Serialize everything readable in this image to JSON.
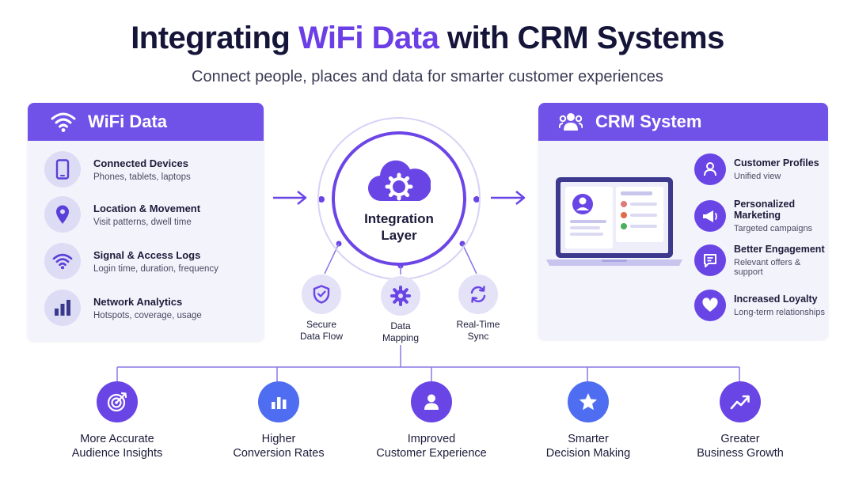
{
  "header": {
    "title_part1": "Integrating ",
    "title_accent": "WiFi Data",
    "title_part2": " with CRM Systems",
    "subtitle": "Connect people, places and data for smarter customer experiences"
  },
  "wifi_panel": {
    "title": "WiFi Data",
    "items": [
      {
        "title": "Connected Devices",
        "desc": "Phones, tablets, laptops",
        "icon": "phone-icon"
      },
      {
        "title": "Location & Movement",
        "desc": "Visit patterns, dwell time",
        "icon": "location-pin-icon"
      },
      {
        "title": "Signal & Access Logs",
        "desc": "Login time, duration, frequency",
        "icon": "wifi-icon"
      },
      {
        "title": "Network Analytics",
        "desc": "Hotspots, coverage, usage",
        "icon": "bar-chart-icon"
      }
    ]
  },
  "crm_panel": {
    "title": "CRM System",
    "items": [
      {
        "title": "Customer Profiles",
        "desc": "Unified view",
        "icon": "user-icon"
      },
      {
        "title": "Personalized Marketing",
        "desc": "Targeted campaigns",
        "icon": "megaphone-icon"
      },
      {
        "title": "Better Engagement",
        "desc": "Relevant offers & support",
        "icon": "chat-icon"
      },
      {
        "title": "Increased Loyalty",
        "desc": "Long-term relationships",
        "icon": "heart-icon"
      }
    ]
  },
  "center": {
    "label_line1": "Integration",
    "label_line2": "Layer",
    "icon": "cloud-gear-icon",
    "features": [
      {
        "line1": "Secure",
        "line2": "Data Flow",
        "icon": "shield-icon"
      },
      {
        "line1": "Data",
        "line2": "Mapping",
        "icon": "gear-icon"
      },
      {
        "line1": "Real-Time",
        "line2": "Sync",
        "icon": "sync-icon"
      }
    ]
  },
  "outcomes": [
    {
      "line1": "More Accurate",
      "line2": "Audience Insights",
      "icon": "target-icon",
      "color": "#6a45e6"
    },
    {
      "line1": "Higher",
      "line2": "Conversion Rates",
      "icon": "bar-chart-icon",
      "color": "#4f6df0"
    },
    {
      "line1": "Improved",
      "line2": "Customer Experience",
      "icon": "user-icon",
      "color": "#6a45e6"
    },
    {
      "line1": "Smarter",
      "line2": "Decision Making",
      "icon": "star-icon",
      "color": "#4f6df0"
    },
    {
      "line1": "Greater",
      "line2": "Business Growth",
      "icon": "trend-up-icon",
      "color": "#6a45e6"
    }
  ],
  "colors": {
    "primary": "#6a45e6",
    "header_bar": "#7052e8",
    "panel_bg": "#f3f3fc",
    "blue_accent": "#4f6df0"
  }
}
